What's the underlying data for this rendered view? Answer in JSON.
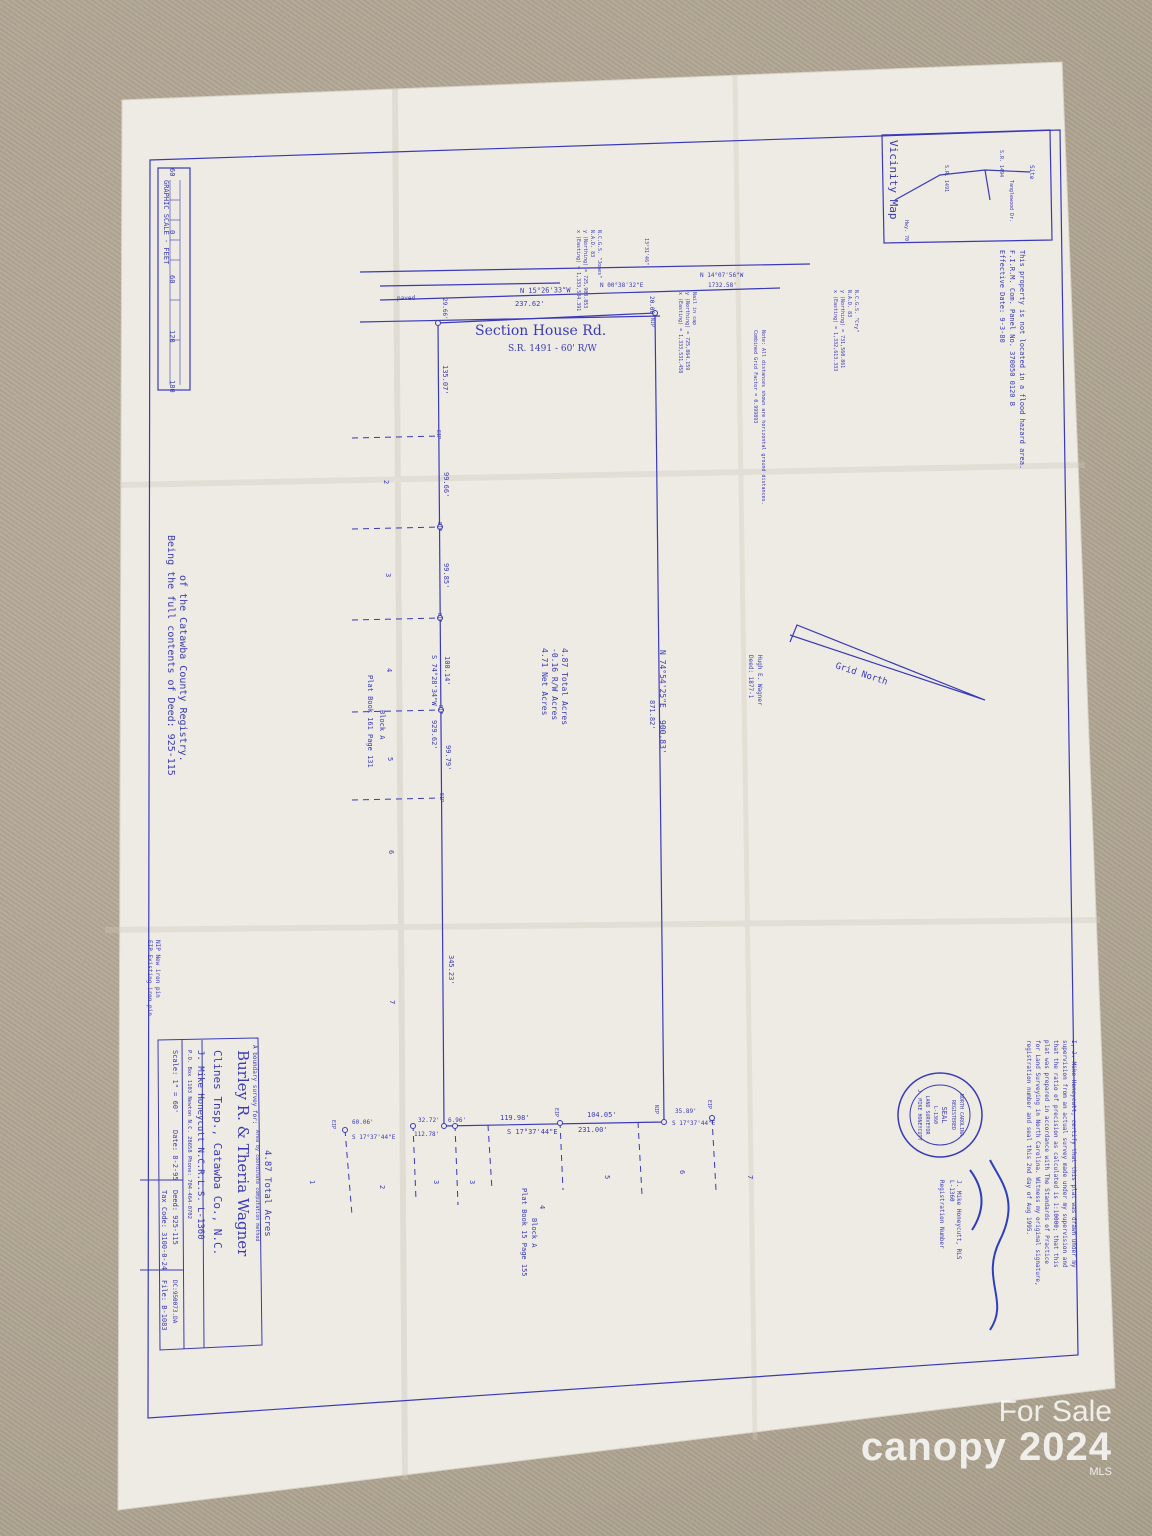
{
  "plat": {
    "flood_note_l1": "This property is not located in a flood hazard area.",
    "flood_note_l2": "F.I.R.M. Com. Panel No. 370050 0120 B",
    "flood_note_l3": "Effective Date: 9-3-80",
    "vicinity_title": "Vicinity Map",
    "vicinity_site": "Site",
    "vicinity_sr_1491": "S.R. 1491",
    "vicinity_sr_1494": "S.R. 1494",
    "vicinity_tanglewood": "Tanglewood Dr.",
    "vicinity_hwy": "Hwy. 70",
    "graphic_scale_label": "GRAPHIC SCALE - FEET",
    "scale_ticks": [
      "60",
      "0",
      "60",
      "120",
      "180"
    ],
    "road_name": "Section House Rd.",
    "road_sub": "S.R. 1491 - 60' R/W",
    "paved": "paved",
    "bearing_road_1": "N 15°26'33\"W",
    "bearing_road_2": "N 14°07'56\"W",
    "bearing_road_3": "N 00°38'32\"E",
    "dist_road_1": "237.62'",
    "dist_road_2": "1732.58'",
    "ngs_jones_l1": "N.C.G.S. \"Jones\"",
    "ngs_jones_l2": "N.A.D. 83",
    "ngs_jones_l3": "y (Northing) = 725,908.853",
    "ngs_jones_l4": "x (Easting) = 1,333,534.391",
    "ngs_cry_l1": "N.C.G.S. \"Cry\"",
    "ngs_cry_l2": "N.A.D. 83",
    "ngs_cry_l3": "y (Northing) = 731,560.861",
    "ngs_cry_l4": "x (Easting) = 1,332,613.333",
    "nail_l1": "Nail in cap",
    "nail_l2": "y (Northing) = 725,864.159",
    "nail_l3": "x (Easting) = 1,333,531.458",
    "horizontal_note_l1": "Note: All distances shown are horizontal ground distances.",
    "horizontal_note_l2": "Combined Grid Factor = 0.999893",
    "angle_note": "13°31'46\"",
    "dist_top_left": "29.66'",
    "dist_top_right": "20.00'",
    "nip": "NIP",
    "eip": "EIP",
    "west_dists": [
      "135.07'",
      "99.66'",
      "99.85'",
      "100.14'",
      "99.79'",
      "345.23'"
    ],
    "west_bearing": "S 74°28'34\"W",
    "west_total": "929.62'",
    "east_bearing": "N 74°54'25\"E",
    "east_total": "900.83'",
    "east_partial": "871.82'",
    "adjoiner_l1": "Hugh E. Wagner",
    "adjoiner_l2": "Deed: 1877-1",
    "grid_north": "Grid North",
    "acres_l1": "4.87 Total Acres",
    "acres_l2": "-0.16 R/W Acres",
    "acres_l3": "4.71 Net Acres",
    "block_a_l1": "Block A",
    "block_a_l2": "Plat Book 161 Page 131",
    "lot_numbers_west": [
      "2",
      "3",
      "4",
      "5",
      "6",
      "7"
    ],
    "bottom_dists": [
      "60.06'",
      "32.72'",
      "6.96'",
      "119.98'",
      "104.05'",
      "35.89'"
    ],
    "bottom_dist_112": "112.78'",
    "bottom_bearing_1": "S 17°37'44\"E",
    "bottom_bearing_2": "S 17°37'44\"E",
    "bottom_bearing_3": "S 17°37'44\"E",
    "bottom_total": "231.00'",
    "lot_numbers_south": [
      "1",
      "2",
      "3",
      "3",
      "4",
      "5",
      "6",
      "7"
    ],
    "block_a2_l1": "Block A",
    "block_a2_l2": "Plat Book 15 Page 155",
    "full_contents_l1": "Being the full contents of Deed: 925-115",
    "full_contents_l2": "of the Catawba County Registry.",
    "legend_l1": "EIP  Existing iron pin",
    "legend_l2": "NIP  New iron pin",
    "title_prefix": "A boundary survey for:",
    "title_owner": "Burley R. & Theria Wagner",
    "title_location": "Clines Tnsp., Catawba Co., N.C.",
    "surveyor_name": "J. Mike Honeycutt N.C.R.L.S. L-1360",
    "surveyor_addr": "P.O. Box 1103 Newton N.C. 28658 Phone: 704-464-0702",
    "title_acres": "4.87 Total Acres",
    "title_method": "Area by coordinate computation method",
    "scale_text": "Scale: 1\" = 60'",
    "date_text": "Date: 8-2-95",
    "deed_text": "Deed: 925-115",
    "tax_code": "Tax Code: 3100-0-24",
    "file_text": "File: B-1083",
    "dc_text": "DC:950073.DA",
    "cert_l1": "I, J. Mike Honeycutt, certify that this plat was drawn under my",
    "cert_l2": "supervision from an actual survey made under my supervision and",
    "cert_l3": "that the ratio of precision as calculated is 1:10000; that this",
    "cert_l4": "plat was prepared in accordance with The Standards of Practice",
    "cert_l5": "for Land Surveying in North Carolina. Witness my original signature,",
    "cert_l6": "registration number and seal this 2nd day of Aug 1995.",
    "seal_text_l1": "NORTH CAROLINA",
    "seal_text_l2": "REGISTERED",
    "seal_text_l3": "SEAL",
    "seal_text_l4": "L-1360",
    "seal_text_l5": "LAND SURVEYOR",
    "seal_text_l6": "J. MIKE HONEYCUTT",
    "signature_name": "J. Mike Honeycutt, RLS",
    "registration_label": "Registration Number",
    "registration_number": "L-1360"
  },
  "watermark": {
    "top": "For Sale",
    "main": "canopy 2024",
    "sub": "MLS"
  },
  "colors": {
    "ink": "#3a3ab8",
    "paper": "#eeebe4"
  }
}
